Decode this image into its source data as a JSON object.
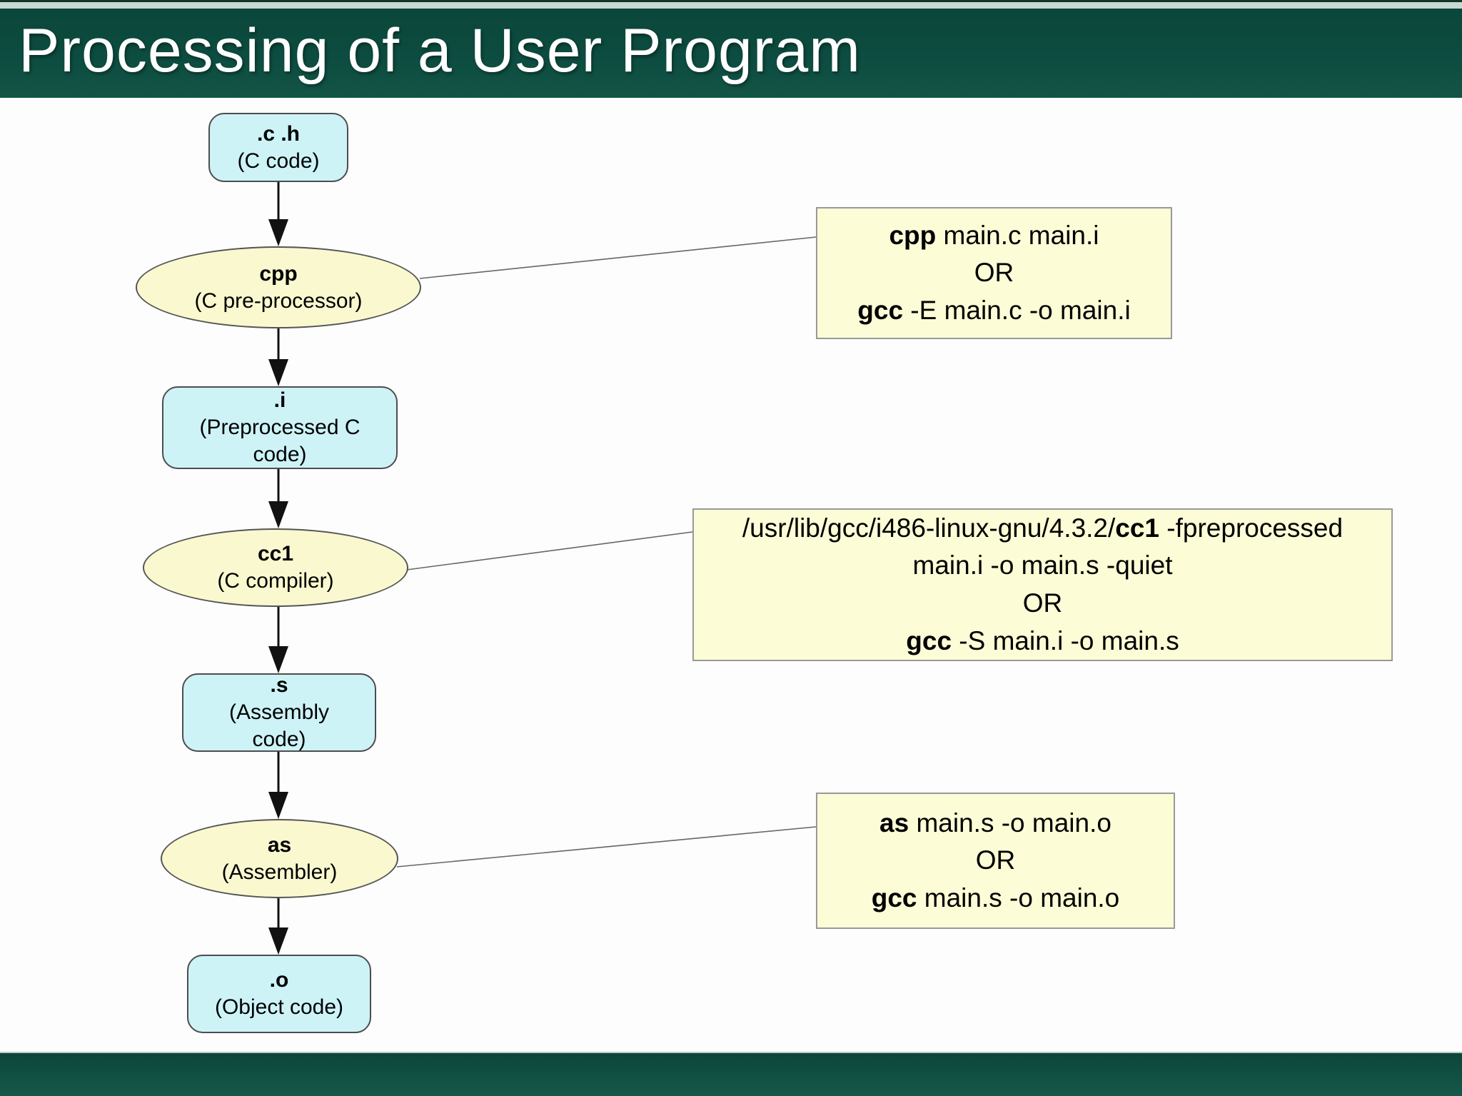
{
  "title": "Processing of a User Program",
  "colors": {
    "header_green": "#0d4c40",
    "top_strip": "#c7d9d1",
    "file_node_cyan": "#cdf3f7",
    "process_node_yellow": "#f9f8cf",
    "note_yellow": "#fcfcd6"
  },
  "diagram": {
    "nodes": {
      "ch": {
        "name": ".c .h",
        "desc1": "(C code)"
      },
      "cpp": {
        "name": "cpp",
        "desc1": "(C pre-processor)"
      },
      "i": {
        "name": ".i",
        "desc1": "(Preprocessed C",
        "desc2": "code)"
      },
      "cc1": {
        "name": "cc1",
        "desc1": "(C compiler)"
      },
      "s": {
        "name": ".s",
        "desc1": "(Assembly",
        "desc2": "code)"
      },
      "as": {
        "name": "as",
        "desc1": "(Assembler)"
      },
      "o": {
        "name": ".o",
        "desc1": "(Object code)"
      }
    },
    "edges": [
      {
        "from": ".c .h",
        "to": "cpp"
      },
      {
        "from": "cpp",
        "to": ".i"
      },
      {
        "from": ".i",
        "to": "cc1"
      },
      {
        "from": "cc1",
        "to": ".s"
      },
      {
        "from": ".s",
        "to": "as"
      },
      {
        "from": "as",
        "to": ".o"
      }
    ],
    "notes": {
      "cpp": {
        "line1_cmd": "cpp",
        "line1_args": " main.c main.i",
        "line2": "OR",
        "line3_cmd": "gcc",
        "line3_args": " -E main.c -o main.i"
      },
      "cc1": {
        "line1_prefix": "/usr/lib/gcc/i486-linux-gnu/4.3.2/",
        "line1_cmd": "cc1",
        "line1_suffix": " -fpreprocessed",
        "line2": "main.i -o main.s -quiet",
        "line3": "OR",
        "line4_cmd": "gcc",
        "line4_args": " -S main.i -o main.s"
      },
      "as": {
        "line1_cmd": "as",
        "line1_args": " main.s -o main.o",
        "line2": "OR",
        "line3_cmd": "gcc",
        "line3_args": " main.s -o main.o"
      }
    }
  }
}
